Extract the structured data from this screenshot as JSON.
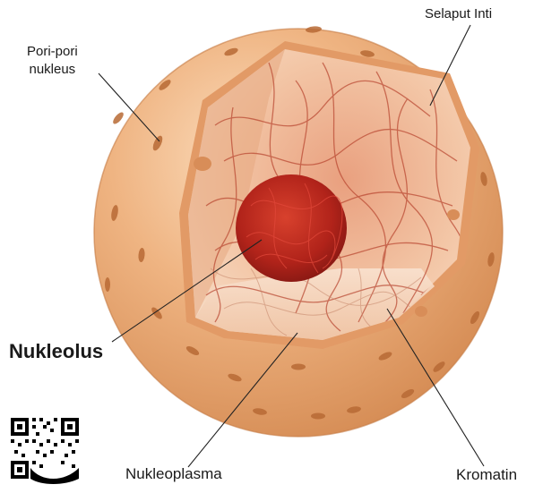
{
  "labels": {
    "pores": "Pori-pori nukleus",
    "pores_line1": "Pori-pori",
    "pores_line2": "nukleus",
    "envelope": "Selaput Inti",
    "nucleolus": "Nukleolus",
    "nucleoplasm": "Nukleoplasma",
    "chromatin": "Kromatin"
  },
  "colors": {
    "shell": "#e9a46e",
    "shell_highlight": "#f8d2ad",
    "interior": "#f1c3a1",
    "nucleolus": "#b8241c",
    "chromatin_fiber": "#b8452f"
  },
  "icons": [
    "qr-code-icon"
  ]
}
